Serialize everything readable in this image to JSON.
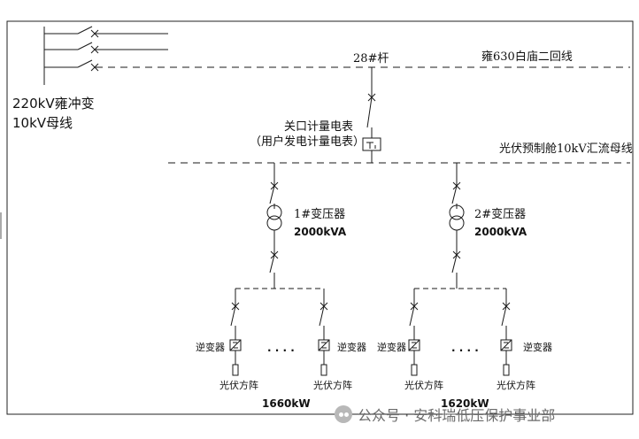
{
  "labels": {
    "pole": "28#杆",
    "line_name": "雍630白庙二回线",
    "substation": "220kV雍冲变",
    "bus_10kv": "10kV母线",
    "meter_title": "关口计量电表",
    "meter_sub": "（用户发电计量电表）",
    "pv_bus": "光伏预制舱10kV汇流母线",
    "t1_name": "1#变压器",
    "t1_rating": "2000kVA",
    "t2_name": "2#变压器",
    "t2_rating": "2000kVA",
    "inverter": "逆变器",
    "pv_array": "光伏方阵",
    "ellipsis": "· · · ·",
    "cap1": "1660kW",
    "cap2": "1620kW"
  },
  "watermark": {
    "text": "公众号 · 安科瑞低压保护事业部",
    "icon": "wechat-icon"
  },
  "colors": {
    "line": "#1a1a1a",
    "watermark": "#6b6b6b"
  }
}
